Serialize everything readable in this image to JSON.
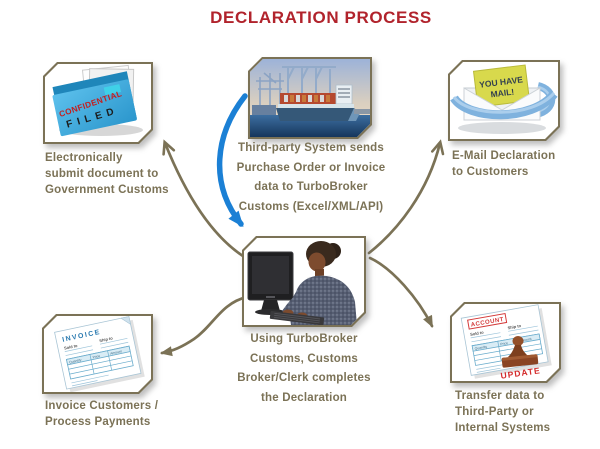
{
  "title": "DECLARATION PROCESS",
  "colors": {
    "title_red": "#b1232c",
    "caption_olive": "#7b7256",
    "arrow_olive": "#7b7256",
    "arrow_blue": "#1b80d5",
    "frame_border": "#7b7256"
  },
  "nodes": {
    "ship": {
      "caption_lines": [
        "Third-party System sends",
        "Purchase Order or Invoice",
        "data to TurboBroker",
        "Customs (Excel/XML/API)"
      ]
    },
    "folder": {
      "caption_lines": [
        "Electronically",
        "submit document to",
        "Government Customs"
      ],
      "labels": {
        "confidential": "CONFIDENTIAL",
        "filed": "FILED"
      }
    },
    "mail": {
      "caption_lines": [
        "E-Mail Declaration",
        "to Customers"
      ],
      "labels": {
        "card_line1": "YOU HAVE",
        "card_line2": "MAIL!"
      }
    },
    "broker": {
      "caption_lines": [
        "Using TurboBroker",
        "Customs, Customs",
        "Broker/Clerk completes",
        "the Declaration"
      ]
    },
    "invoice": {
      "caption_lines": [
        "Invoice Customers /",
        "Process Payments"
      ],
      "labels": {
        "header": "INVOICE",
        "sold_to": "Sold to",
        "ship_to": "Ship to",
        "col1": "Quantity",
        "col2": "Price",
        "col3": "Amount"
      }
    },
    "account": {
      "caption_lines": [
        "Transfer data to",
        "Third-Party or",
        "Internal Systems"
      ],
      "labels": {
        "header": "ACCOUNT",
        "sold_to": "Sold to",
        "ship_to": "Ship to",
        "col1": "Quantity",
        "col2": "Price",
        "col3": "Amount",
        "stamp": "UPDATE"
      }
    }
  }
}
